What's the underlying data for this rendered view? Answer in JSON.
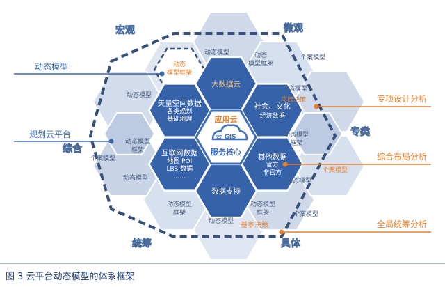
{
  "figure": {
    "caption": "图 3  云平台动态模型的体系框架",
    "center": {
      "badge": "云 GIS",
      "label": "服务核心"
    },
    "ring": [
      {
        "lines": [
          "大数据云"
        ]
      },
      {
        "lines": [
          "社会、文化",
          "经济数据"
        ]
      },
      {
        "lines": [
          "其他数据",
          "官方",
          "非官方"
        ]
      },
      {
        "lines": [
          "数据支持"
        ]
      },
      {
        "lines": [
          "互联网数据",
          "地图 POI",
          "LBS 数据",
          "……"
        ]
      },
      {
        "lines": [
          "矢量空间数据",
          "各类规划",
          "基础地理"
        ]
      }
    ],
    "app_cloud": "应用云",
    "dims": {
      "macro": "宏观",
      "micro": "微观",
      "specialized": "专类",
      "comprehensive": "综合",
      "overall": "统筹",
      "specific": "具体"
    },
    "outer_labels": {
      "t1": "动态模型",
      "t2a": "动态",
      "t2b": "模型框架",
      "t3": "个案模型",
      "t4": "动态模型",
      "r1": "项目决策",
      "r2a": "动态模型",
      "r2b": "框架",
      "r3": "动态模型",
      "r4": "个案模型",
      "r5": "动态模型",
      "r6": "个案模型",
      "b1a": "动态模型",
      "b1b": "框架",
      "b2": "动态模型",
      "b3": "基本决策",
      "b4a": "动态模型",
      "b4b": "框架",
      "b5": "个案模型",
      "l1": "动态模型",
      "l2a": "动态模型",
      "l2b": "框架",
      "l3": "个案模型",
      "l4": "动态模型",
      "m1a": "动态",
      "m1b": "模型框架"
    },
    "callouts": {
      "left_top": "动态模型",
      "left_mid": "规划云平台",
      "right_1": "专项设计分析",
      "right_2": "综合布局分析",
      "right_3": "全局统筹分析"
    },
    "colors": {
      "core": "#3e6fb8",
      "ring": "#3562a8",
      "outer": "#c7d3e6",
      "outer_dark": "#9fb2d0",
      "frame": "#35517a",
      "accent": "#e77f2b",
      "text_dark": "#243c66"
    }
  }
}
